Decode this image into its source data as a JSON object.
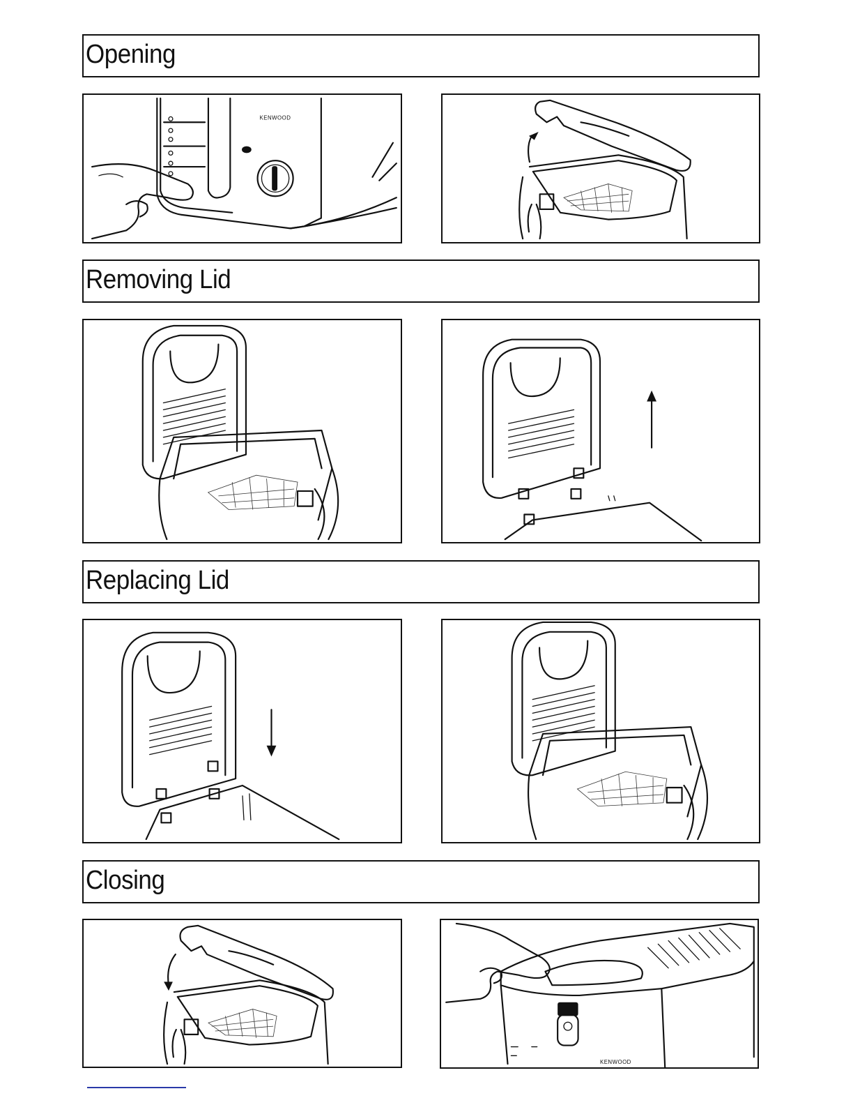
{
  "sections": [
    {
      "title": "Opening"
    },
    {
      "title": "Removing Lid"
    },
    {
      "title": "Replacing Lid"
    },
    {
      "title": "Closing"
    }
  ],
  "brand_text": "KENWOOD",
  "colors": {
    "ink": "#111111",
    "background": "#ffffff",
    "footer_rule": "#2a3aa8"
  }
}
